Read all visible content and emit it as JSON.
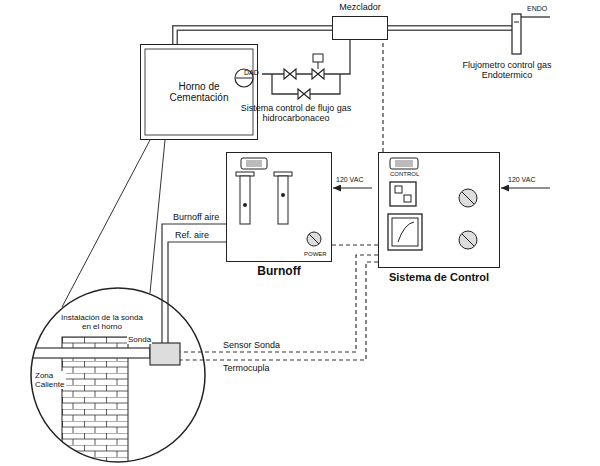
{
  "diagram": {
    "nodes": [
      {
        "text": [
          "Mezclador"
        ]
      },
      {
        "text": [
          "Horno de Cementación"
        ]
      },
      {
        "text": [
          "Burnoff"
        ]
      },
      {
        "text": [
          "Sistema de Control"
        ]
      },
      {
        "text": [
          "Instalación de la sonda en el horno"
        ]
      }
    ],
    "edges": [
      {
        "from": 1,
        "to": 0,
        "arrow": "none"
      },
      {
        "from": 3,
        "to": 0,
        "arrow": "none"
      },
      {
        "from": 2,
        "to": 3,
        "arrow": "none"
      },
      {
        "from": 2,
        "to": 4,
        "label": "Burnoff aire",
        "arrow": "none"
      },
      {
        "from": 2,
        "to": 4,
        "label": "Ref. aire",
        "arrow": "none"
      },
      {
        "from": 3,
        "to": 4,
        "label": "Sensor Sonda",
        "arrow": "none"
      },
      {
        "from": 3,
        "to": 4,
        "label": "Termocupla",
        "arrow": "none"
      }
    ],
    "labels": [
      "DAD",
      "ENDO",
      "Sistema control de flujo gas hidrocarbonaceo",
      "Flujometro control gas Endotermico",
      "120 VAC",
      "120 VAC",
      "CONTROL",
      "POWER",
      "Zona Caliente",
      "Sonda"
    ]
  }
}
